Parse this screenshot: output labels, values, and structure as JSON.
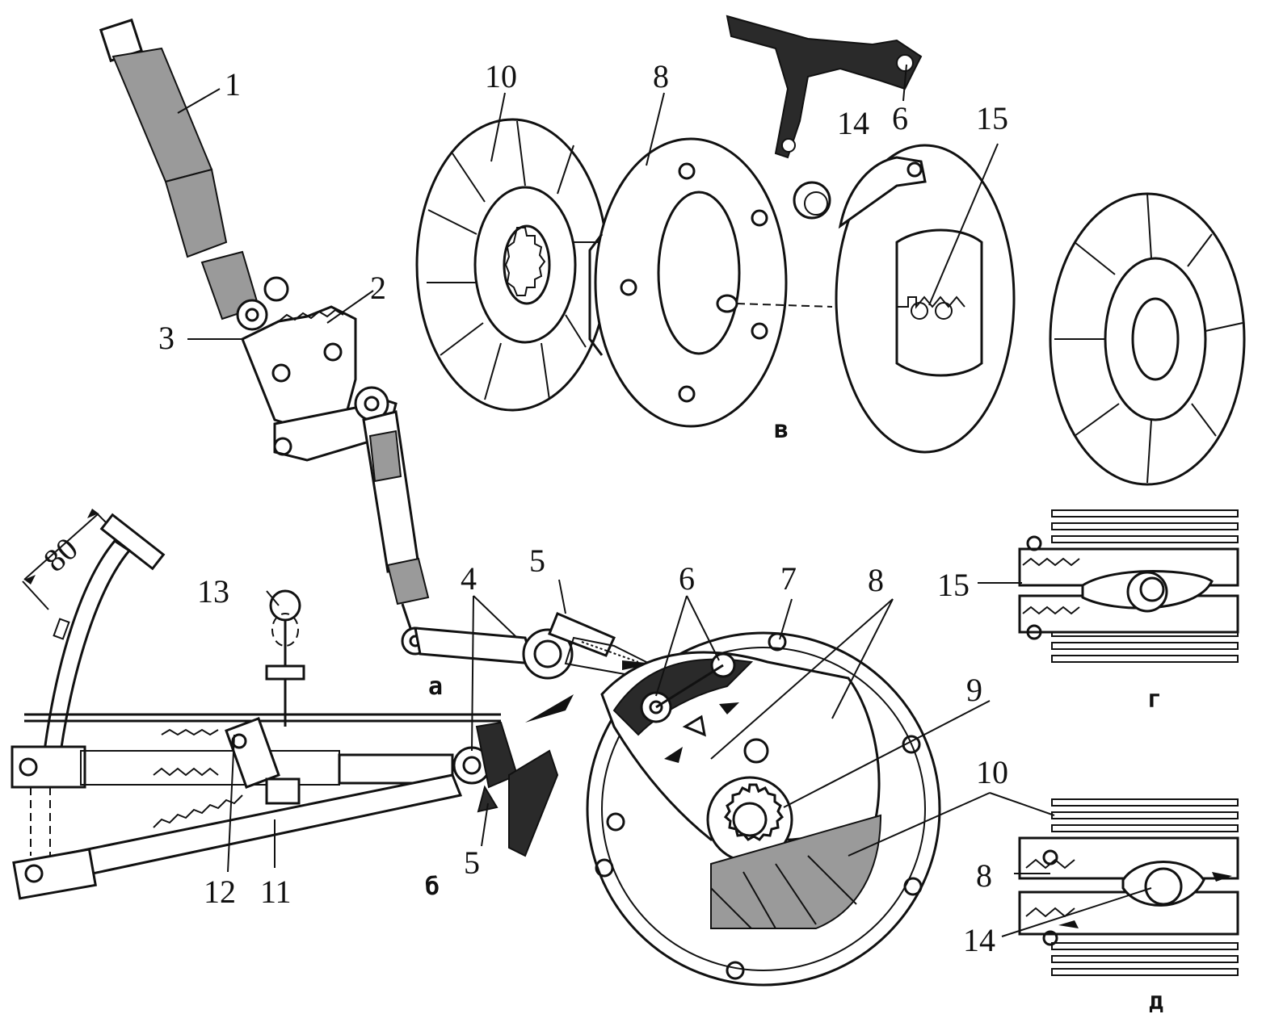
{
  "labels": {
    "n1": "1",
    "n2": "2",
    "n3": "3",
    "n4": "4",
    "n5a": "5",
    "n5b": "5",
    "n6a": "6",
    "n6b": "6",
    "n7": "7",
    "n8a": "8",
    "n8b": "8",
    "n8c": "8",
    "n9": "9",
    "n10a": "10",
    "n10b": "10",
    "n11": "11",
    "n12": "12",
    "n13": "13",
    "n14a": "14",
    "n14b": "14",
    "n15a": "15",
    "n15b": "15",
    "dim80": "80"
  },
  "views": {
    "a": "а",
    "b": "б",
    "v": "в",
    "g": "г",
    "d": "д"
  }
}
